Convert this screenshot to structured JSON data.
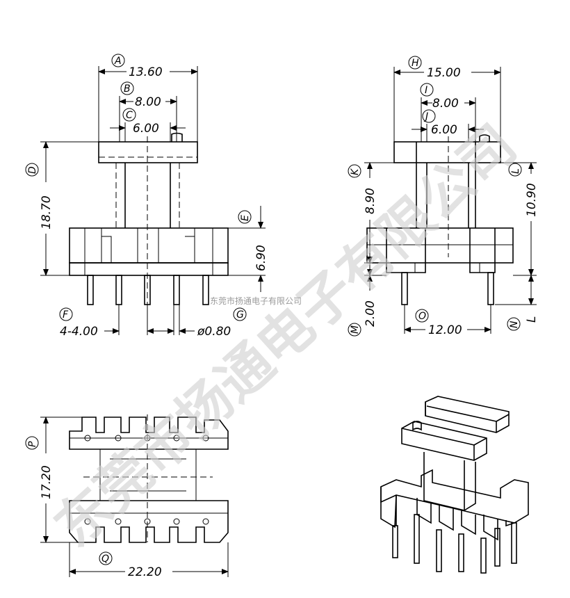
{
  "front_view": {
    "labels": {
      "A": "A",
      "B": "B",
      "C": "C",
      "D": "D",
      "E": "E",
      "F": "F",
      "G": "G"
    },
    "dims": {
      "width": "13.60",
      "inner_b": "8.00",
      "inner_c": "6.00",
      "height": "18.70",
      "base_h": "6.90",
      "pitch": "4-4.00",
      "pin_d": "ø0.80"
    }
  },
  "side_view": {
    "labels": {
      "H": "H",
      "I": "I",
      "J": "J",
      "K": "K",
      "L": "L",
      "M": "M",
      "N": "N",
      "O": "O"
    },
    "dims": {
      "width": "15.00",
      "inner_i": "8.00",
      "inner_j": "6.00",
      "left_h": "8.90",
      "right_h": "10.90",
      "pin_len": "2.00",
      "pin_l": "L",
      "pin_span": "12.00"
    }
  },
  "bottom_view": {
    "labels": {
      "P": "P",
      "Q": "Q"
    },
    "dims": {
      "height": "17.20",
      "width": "22.20"
    }
  },
  "watermark": {
    "big": "东莞市扬通电子有限公司",
    "small": "东莞市扬通电子有限公司"
  }
}
